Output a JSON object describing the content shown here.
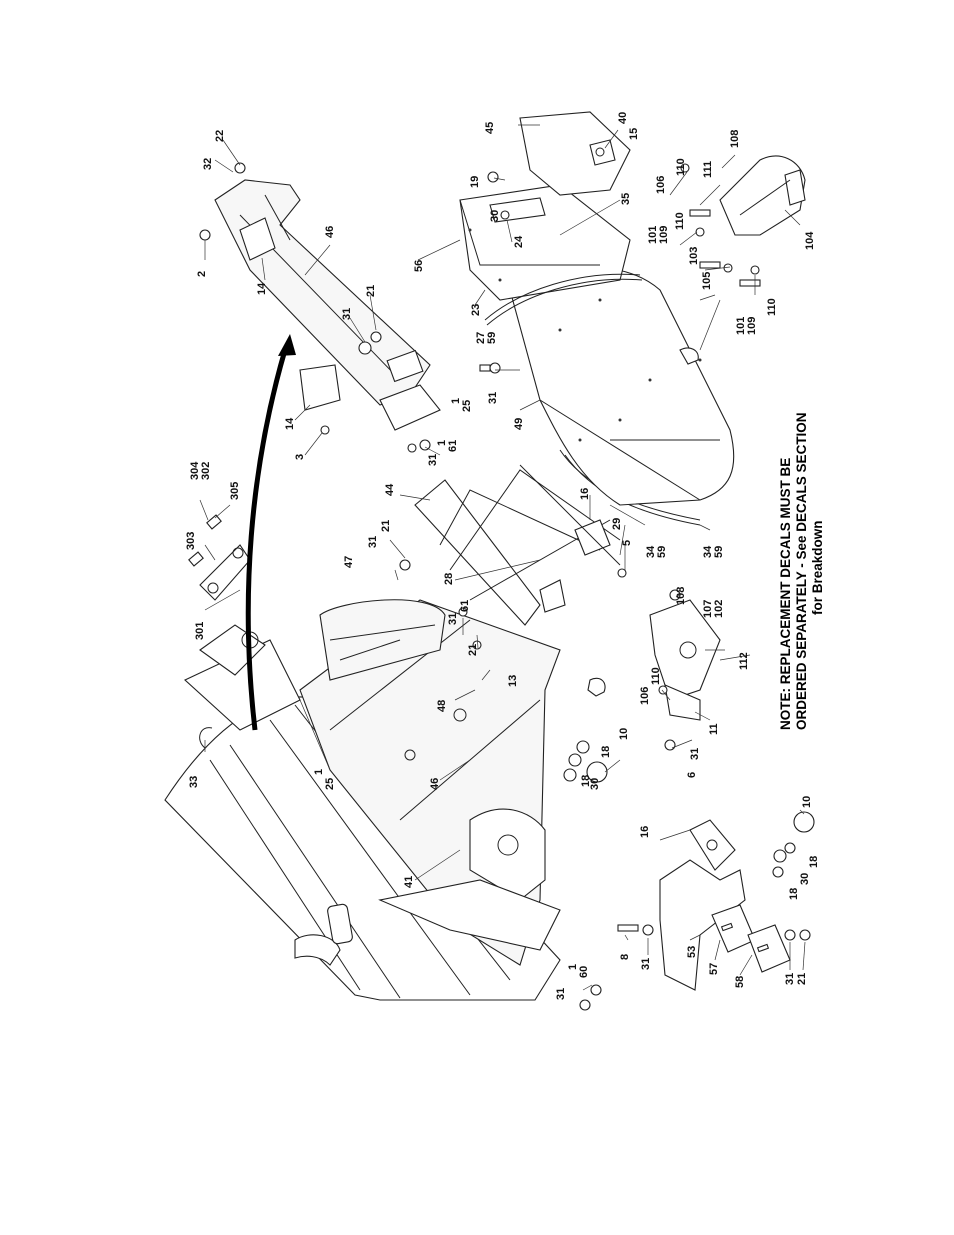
{
  "note": {
    "line1": "NOTE: REPLACEMENT DECALS MUST BE",
    "line2": "ORDERED SEPARATELY - See DECALS SECTION",
    "line3": "for Breakdown"
  },
  "callouts": {
    "c22": "22",
    "c32": "32",
    "c2": "2",
    "c14a": "14",
    "c46a": "46",
    "c21a": "21",
    "c31a": "31",
    "c14b": "14",
    "c3": "3",
    "c31b": "31",
    "c1a": "1",
    "c61a": "61",
    "c45": "45",
    "c40": "40",
    "c15": "15",
    "c19": "19",
    "c30a": "30",
    "c24": "24",
    "c56": "56",
    "c35": "35",
    "c23": "23",
    "c27": "27",
    "c59a": "59",
    "c1b": "1",
    "c25a": "25",
    "c31c": "31",
    "c49": "49",
    "c108a": "108",
    "c111": "111",
    "c106a": "106",
    "c110a": "110",
    "c101a": "101",
    "c109a": "109",
    "c110b": "110",
    "c103": "103",
    "c104": "104",
    "c105": "105",
    "c101b": "101",
    "c109b": "109",
    "c110c": "110",
    "c304": "304",
    "c302": "302",
    "c305": "305",
    "c303": "303",
    "c301": "301",
    "c33": "33",
    "c1c": "1",
    "c25b": "25",
    "c47": "47",
    "c31d": "31",
    "c21b": "21",
    "c44": "44",
    "c28": "28",
    "c16a": "16",
    "c29": "29",
    "c5": "5",
    "c34a": "34",
    "c59b": "59",
    "c34b": "34",
    "c59c": "59",
    "c31e": "31",
    "c61b": "61",
    "c21c": "21",
    "c13": "13",
    "c48": "48",
    "c46b": "46",
    "c41": "41",
    "c108b": "108",
    "c107": "107",
    "c102": "102",
    "c112": "112",
    "c106b": "106",
    "c110d": "110",
    "c11": "11",
    "c6": "6",
    "c31f": "31",
    "c10a": "10",
    "c18a": "18",
    "c30b": "30",
    "c18b": "18",
    "c16b": "16",
    "c10b": "10",
    "c18c": "18",
    "c30c": "30",
    "c18d": "18",
    "c8": "8",
    "c31g": "31",
    "c53": "53",
    "c57": "57",
    "c58": "58",
    "c31h": "31",
    "c21d": "21",
    "c31i": "31",
    "c1d": "1",
    "c60": "60"
  }
}
